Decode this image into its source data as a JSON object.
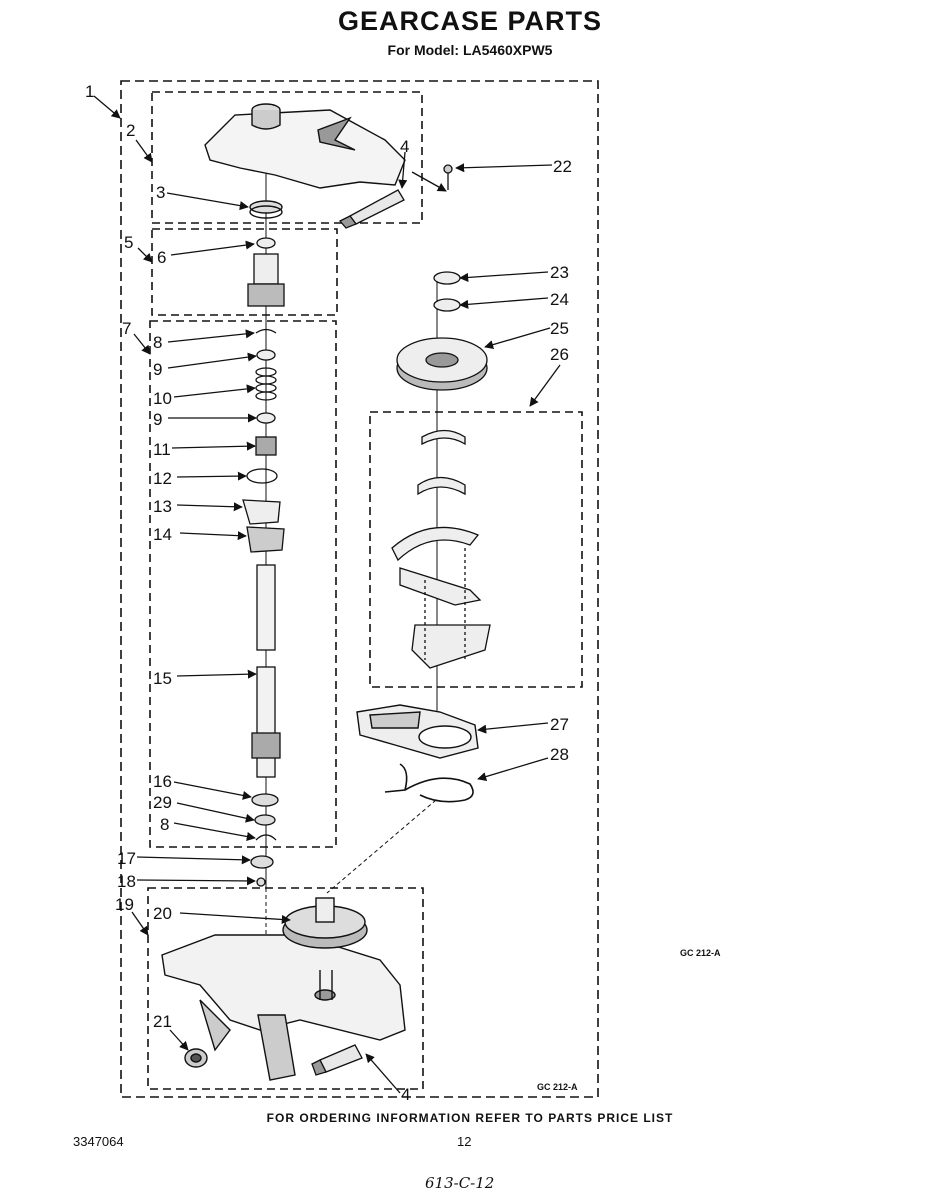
{
  "header": {
    "title": "GEARCASE PARTS",
    "subtitle": "For Model: LA5460XPW5"
  },
  "footer": {
    "ordering_note": "FOR ORDERING INFORMATION REFER TO PARTS PRICE LIST",
    "document_number": "3347064",
    "page_number": "12",
    "handwritten_note": "613-C-12"
  },
  "figure_codes": {
    "outside": "GC 212-A",
    "inside": "GC 212-A"
  },
  "callouts": {
    "c1": "1",
    "c2": "2",
    "c3": "3",
    "c4a": "4",
    "c4b": "4",
    "c5": "5",
    "c6": "6",
    "c7": "7",
    "c8a": "8",
    "c8b": "8",
    "c9a": "9",
    "c9b": "9",
    "c10": "10",
    "c11": "11",
    "c12": "12",
    "c13": "13",
    "c14": "14",
    "c15": "15",
    "c16": "16",
    "c17": "17",
    "c18": "18",
    "c19": "19",
    "c20": "20",
    "c21": "21",
    "c22": "22",
    "c23": "23",
    "c24": "24",
    "c25": "25",
    "c26": "26",
    "c27": "27",
    "c28": "28",
    "c29": "29"
  }
}
